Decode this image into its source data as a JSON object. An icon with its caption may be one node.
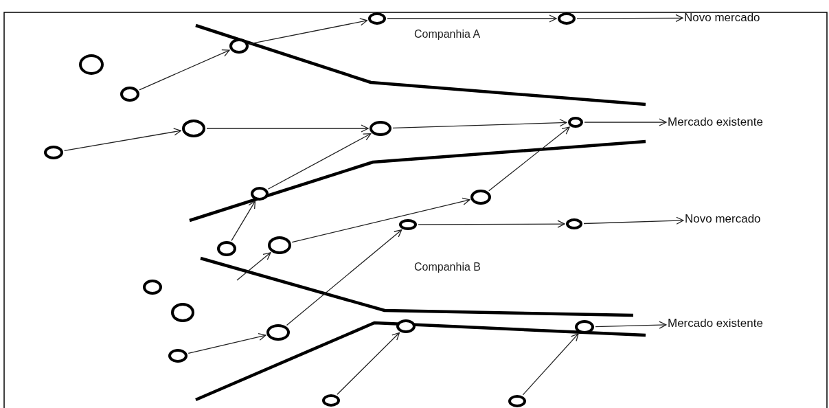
{
  "diagram": {
    "nodes": [
      {
        "text": [],
        "shape": "circle"
      },
      {
        "text": [],
        "shape": "circle"
      },
      {
        "text": [
          "Novo mercado"
        ]
      },
      {
        "text": [],
        "shape": "circle"
      },
      {
        "text": [],
        "shape": "circle"
      },
      {
        "text": [],
        "shape": "circle"
      },
      {
        "text": [],
        "shape": "circle"
      },
      {
        "text": [
          "Mercado existente"
        ]
      },
      {
        "text": [],
        "shape": "circle"
      },
      {
        "text": [],
        "shape": "circle"
      },
      {
        "text": [],
        "shape": "circle"
      },
      {
        "text": [],
        "shape": "circle"
      },
      {
        "text": [],
        "shape": "circle"
      },
      {
        "text": [],
        "shape": "circle"
      },
      {
        "text": [],
        "shape": "circle"
      },
      {
        "text": [
          "Novo mercado"
        ]
      },
      {
        "text": [],
        "shape": "circle"
      },
      {
        "text": [],
        "shape": "circle"
      },
      {
        "text": [],
        "shape": "circle"
      },
      {
        "text": [],
        "shape": "circle"
      },
      {
        "text": [],
        "shape": "circle"
      },
      {
        "text": [
          "Mercado existente"
        ]
      },
      {
        "text": [],
        "shape": "circle"
      },
      {
        "text": [],
        "shape": "circle"
      },
      {
        "text": [],
        "shape": "circle"
      },
      {
        "text": [],
        "shape": "circle"
      },
      {
        "text": [],
        "shape": "circle"
      }
    ],
    "edges": [
      {
        "from": 3,
        "to": 0,
        "arrow": "to"
      },
      {
        "from": 0,
        "to": 1,
        "arrow": "to"
      },
      {
        "from": 1,
        "to": 2,
        "arrow": "to"
      },
      {
        "from": 5,
        "to": 3,
        "arrow": "to"
      },
      {
        "from": 10,
        "to": 8,
        "arrow": "to"
      },
      {
        "from": 8,
        "to": 9,
        "arrow": "to"
      },
      {
        "from": 9,
        "to": 6,
        "arrow": "to"
      },
      {
        "from": 6,
        "to": 7,
        "arrow": "to"
      },
      {
        "from": 11,
        "to": 9,
        "arrow": "to"
      },
      {
        "from": 12,
        "to": 6,
        "arrow": "to"
      },
      {
        "from": 17,
        "to": 11,
        "arrow": "to"
      },
      {
        "from": 16,
        "to": 12,
        "arrow": "to"
      },
      {
        "from": 13,
        "to": 14,
        "arrow": "to"
      },
      {
        "from": 14,
        "to": 15,
        "arrow": "to"
      },
      {
        "from": null,
        "to": 16,
        "arrow": "to"
      },
      {
        "from": 23,
        "to": 13,
        "arrow": "to"
      },
      {
        "from": 24,
        "to": 23,
        "arrow": "to"
      },
      {
        "from": 20,
        "to": 21,
        "arrow": "to"
      },
      {
        "from": 25,
        "to": 22,
        "arrow": "to"
      },
      {
        "from": 26,
        "to": 20,
        "arrow": "to"
      }
    ],
    "labels": [
      "Companhia A",
      "Companhia B"
    ]
  }
}
